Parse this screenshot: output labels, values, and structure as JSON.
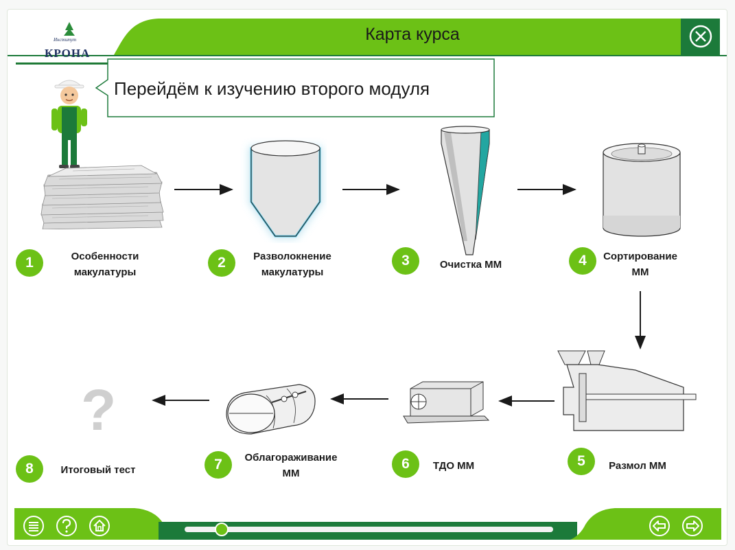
{
  "header": {
    "title": "Карта курса",
    "logo_small": "Институт",
    "logo_main": "КРОНА"
  },
  "speech": {
    "text": "Перейдём к изучению второго модуля"
  },
  "steps": [
    {
      "number": "1",
      "line1": "Особенности",
      "line2": "макулатуры",
      "icon": "newspaper-stack-icon"
    },
    {
      "number": "2",
      "line1": "Разволокнение",
      "line2": "макулатуры",
      "icon": "pulper-tank-icon"
    },
    {
      "number": "3",
      "line1": "Очистка ММ",
      "line2": "",
      "icon": "cyclone-cleaner-icon"
    },
    {
      "number": "4",
      "line1": "Сортирование",
      "line2": "ММ",
      "icon": "screen-drum-icon"
    },
    {
      "number": "5",
      "line1": "Размол ММ",
      "line2": "",
      "icon": "refiner-machine-icon"
    },
    {
      "number": "6",
      "line1": "ТДО ММ",
      "line2": "",
      "icon": "thickener-icon"
    },
    {
      "number": "7",
      "line1": "Облагораживание",
      "line2": "ММ",
      "icon": "drum-washer-icon"
    },
    {
      "number": "8",
      "line1": "Итоговый тест",
      "line2": "",
      "icon": "question-mark-icon"
    }
  ],
  "test_symbol": "?",
  "colors": {
    "brand_green": "#6cc116",
    "dark_green": "#1c7a3a",
    "navy": "#1d2f5f"
  },
  "footer": {
    "buttons_left": [
      "menu-icon",
      "help-icon",
      "home-icon"
    ],
    "buttons_right": [
      "back-icon",
      "forward-icon"
    ],
    "progress": 0.1
  }
}
